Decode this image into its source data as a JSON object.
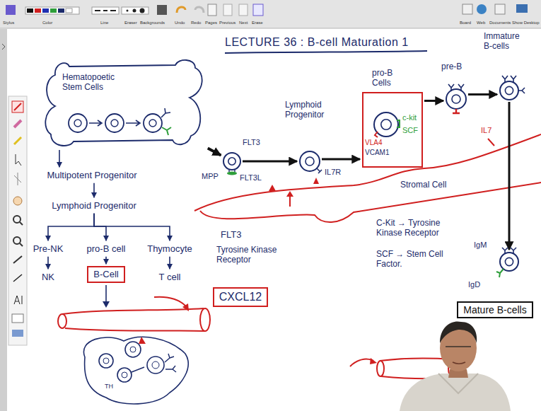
{
  "diagram": {
    "title": "LECTURE 36 : B-cell Maturation 1",
    "nodes": [
      {
        "text": [
          "Hematopoetic Stem Cells"
        ]
      },
      {
        "text": [
          "Multipotent Progenitor"
        ]
      },
      {
        "text": [
          "Lymphoid Progenitor"
        ]
      },
      {
        "text": [
          "Pre-NK"
        ]
      },
      {
        "text": [
          "pro-B cell"
        ]
      },
      {
        "text": [
          "Thymocyte"
        ]
      },
      {
        "text": [
          "NK"
        ]
      },
      {
        "text": [
          "B-Cell"
        ]
      },
      {
        "text": [
          "T cell"
        ]
      },
      {
        "text": [
          "MPP",
          "FLT3",
          "FLT3L"
        ]
      },
      {
        "text": [
          "Lymphoid Progenitor",
          "IL7R"
        ]
      },
      {
        "text": [
          "pro-B Cells"
        ]
      },
      {
        "text": [
          "c-kit",
          "SCF",
          "VLA4",
          "VCAM1"
        ],
        "in": 11
      },
      {
        "text": [
          "pre-B"
        ]
      },
      {
        "text": [
          "Immature B-cells"
        ]
      },
      {
        "text": [
          "IgM",
          "IgD"
        ]
      },
      {
        "text": [
          "Mature B-cells"
        ]
      },
      {
        "text": [
          "CXCL12"
        ]
      }
    ],
    "edges": [
      {
        "from": 0,
        "to": 1,
        "arrow": "to"
      },
      {
        "from": 1,
        "to": 2,
        "arrow": "to"
      },
      {
        "from": 2,
        "to": 3,
        "arrow": "to"
      },
      {
        "from": 2,
        "to": 4,
        "arrow": "to"
      },
      {
        "from": 2,
        "to": 5,
        "arrow": "to"
      },
      {
        "from": 3,
        "to": 6,
        "arrow": "to"
      },
      {
        "from": 4,
        "to": 7,
        "arrow": "to"
      },
      {
        "from": 5,
        "to": 8,
        "arrow": "to"
      },
      {
        "from": 0,
        "to": 9,
        "arrow": "to"
      },
      {
        "from": 9,
        "to": 10,
        "arrow": "to"
      },
      {
        "from": 10,
        "to": 11,
        "arrow": "to"
      },
      {
        "from": 11,
        "to": 13,
        "arrow": "to"
      },
      {
        "from": 13,
        "to": 14,
        "arrow": "to"
      },
      {
        "from": 14,
        "to": 15,
        "arrow": "to"
      }
    ],
    "labels": [
      "Stylus",
      "Color",
      "Line",
      "Eraser",
      "Backgrounds",
      "Undo",
      "Redo",
      "Pages",
      "Previous",
      "Next",
      "Erase",
      "Board",
      "Web",
      "Documents",
      "Show Desktop",
      "Stromal Cell",
      "FLT3",
      "Tyrosine Kinase Receptor",
      "C-Kit → Tyrosine Kinase Receptor",
      "SCF → Stem Cell Factor.",
      "IL7",
      "TH"
    ]
  }
}
